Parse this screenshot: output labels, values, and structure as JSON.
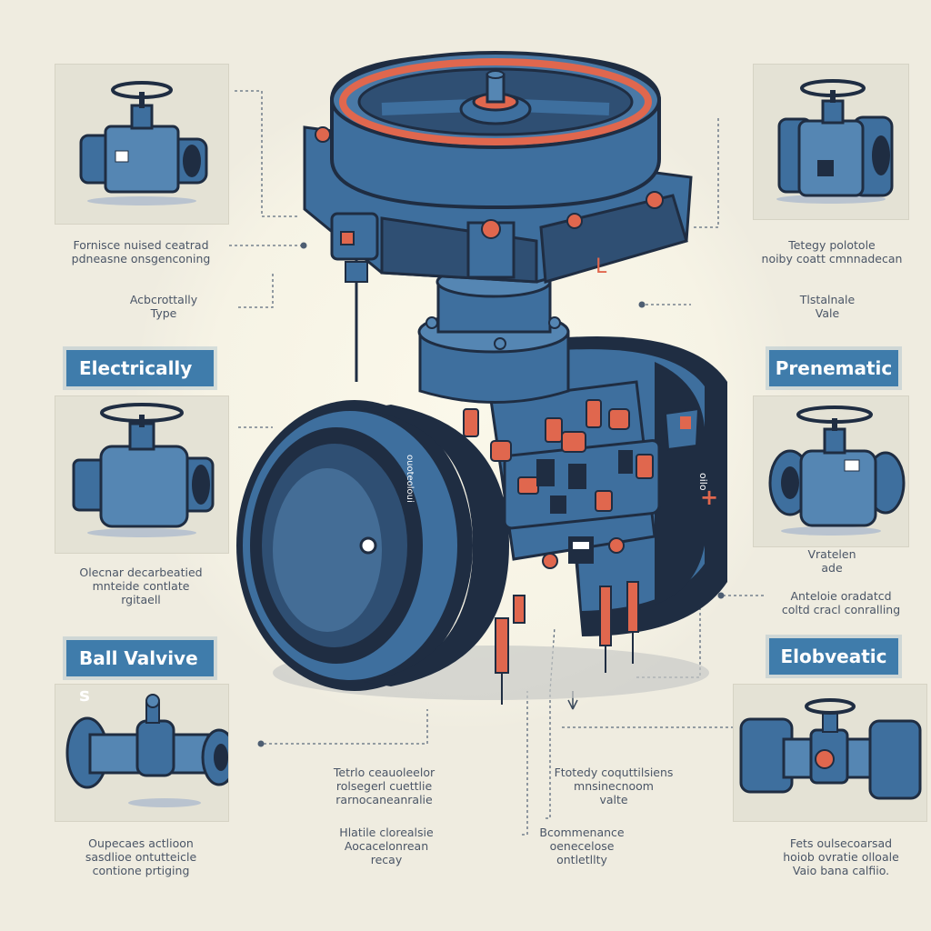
{
  "palette": {
    "background": "#efece0",
    "valve_blue": "#3e6f9e",
    "valve_dark": "#1f2d42",
    "accent_red": "#e0674e",
    "label_blue": "#3f7cab"
  },
  "labels": {
    "electrically": "Electrically",
    "ball_valve": "Ball Valvive  s",
    "pneumatic": "Prenematic",
    "elobveatic": "Elobveatic"
  },
  "captions": {
    "top_left": "Fornisce nuised ceatrad\npdneasne onsgenconing",
    "mid_left_type": "Acbcrottally\nType",
    "left_middle": "Olecnar decarbeatied\nmnteide contlate\nrgitaell",
    "left_bottom": "Oupecaes actlioon\nsasdlioe ontutteicle\ncontione prtiging",
    "top_right": "Tetegy polotole\nnoiby coatt cmnnadecan",
    "mid_right": "Tlstalnale\nVale",
    "right_middle_a": "Vratelen\nade",
    "right_middle_b": "Anteloie oradatcd\ncoltd cracl conralling",
    "right_bottom": "Fets oulsecoarsad\nhoiob ovratie olloale\nVaio bana calfiio.",
    "center_a": "Tetrlo ceauoleelor\nrolsegerl cuettlie\nrarnocaneanralie",
    "center_b": "Hlatile clorealsie\nAocacelonrean\nrecay",
    "center_c": "Ftotedy coquttilsiens\nmnsinecnoom\nvalte",
    "center_d": "Bcommenance\noenecelose\nontletllty"
  },
  "main_valve": {
    "body_text": "ouoteoloui",
    "side_text": "oilo",
    "flag_letter": "L",
    "plus_sign": "+"
  }
}
